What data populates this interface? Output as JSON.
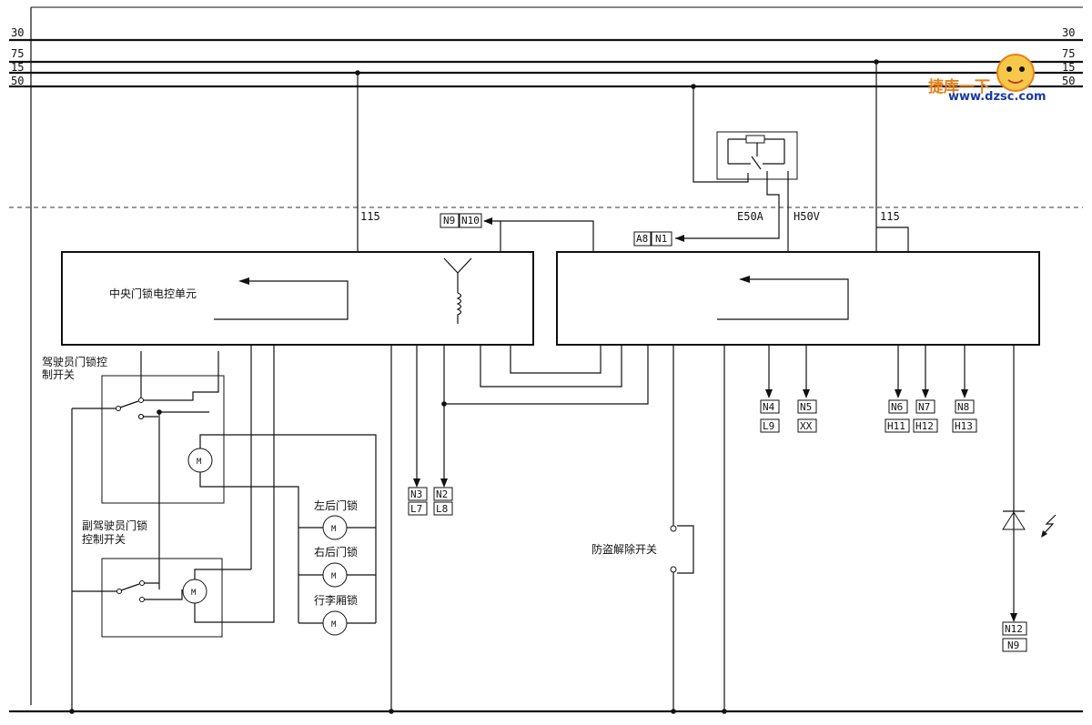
{
  "rails": {
    "r30": "30",
    "r75": "75",
    "r15": "15",
    "r50": "50"
  },
  "wires": {
    "w115_left": "115",
    "w115_right": "115",
    "e50a": "E50A",
    "h50v": "H50V"
  },
  "labels": {
    "ecu_title": "中央门锁电控单元",
    "driver_switch_1": "驾驶员门锁控",
    "driver_switch_2": "制开关",
    "passenger_switch_1": "副驾驶员门锁",
    "passenger_switch_2": "控制开关",
    "rear_left_lock": "左后门锁",
    "rear_right_lock": "右后门锁",
    "trunk_lock": "行李厢锁",
    "antitheft_switch": "防盗解除开关",
    "motor": "M"
  },
  "connectors": {
    "n9": "N9",
    "n10": "N10",
    "a8": "A8",
    "n1": "N1",
    "n3": "N3",
    "l7": "L7",
    "n2": "N2",
    "l8": "L8",
    "n4": "N4",
    "l9": "L9",
    "n5": "N5",
    "xx": "XX",
    "n6": "N6",
    "h11": "H11",
    "n7": "N7",
    "h12": "H12",
    "n8": "N8",
    "h13": "H13",
    "n12": "N12",
    "n9b": "N9"
  },
  "watermark": {
    "line1": "捷库一下",
    "line2": "www.dzsc.com"
  },
  "colors": {
    "ink": "#111111",
    "watermark_orange": "#e8801a",
    "watermark_blue": "#1a3aa8"
  }
}
